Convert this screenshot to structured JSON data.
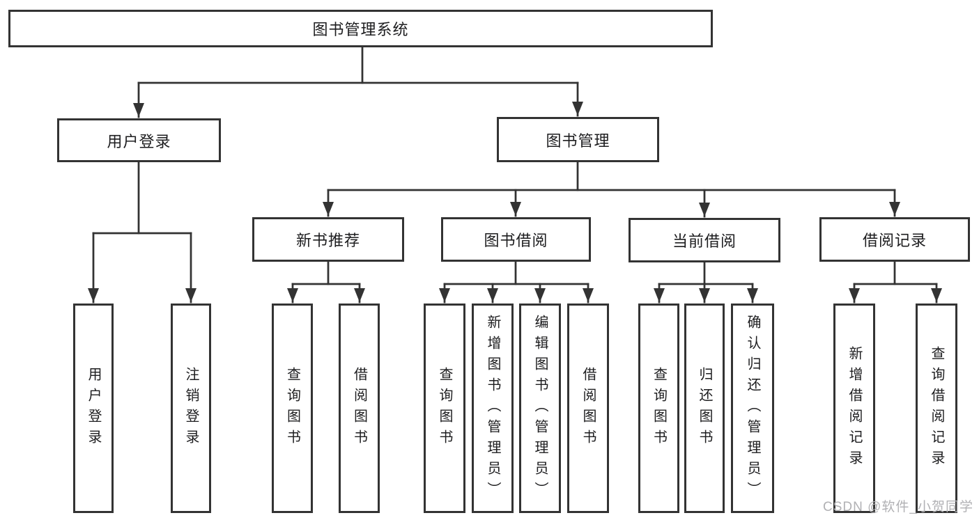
{
  "title": "图书管理系统",
  "level1": {
    "user_login": "用户登录",
    "book_management": "图书管理"
  },
  "level2": {
    "new_book_recommend": "新书推荐",
    "book_borrow": "图书借阅",
    "current_borrow": "当前借阅",
    "borrow_records": "借阅记录"
  },
  "leaves": {
    "user_login": [
      "用户登录",
      "注销登录"
    ],
    "new_book_recommend": [
      "查询图书",
      "借阅图书"
    ],
    "book_borrow": [
      "查询图书",
      "新增图书（管理员）",
      "编辑图书（管理员）",
      "借阅图书"
    ],
    "current_borrow": [
      "查询图书",
      "归还图书",
      "确认归还（管理员）"
    ],
    "borrow_records": [
      "新增借阅记录",
      "查询借阅记录"
    ]
  },
  "watermark": "CSDN @软件_小贺同学",
  "colors": {
    "line": "#333333",
    "text": "#1d1d1f",
    "watermark": "#b1b1b4",
    "background": "#ffffff"
  }
}
